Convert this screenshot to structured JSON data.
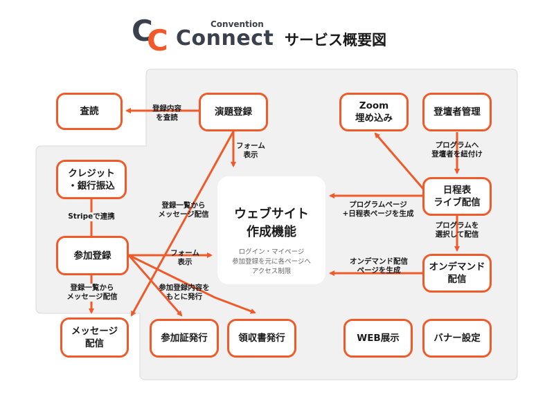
{
  "header": {
    "logo_small": "Convention",
    "logo_word": "Connect",
    "title": "サービス概要図"
  },
  "colors": {
    "accent": "#f05a28",
    "logo_dark": "#3a414c",
    "panel": "#f1f1f1"
  },
  "center": {
    "title": "ウェブサイト\n作成機能",
    "note": "ログイン・マイページ\n参加登録を元に各ページへ\nアクセス制限"
  },
  "nodes": {
    "review": "査読",
    "abstract_reg": "演題登録",
    "zoom": "Zoom\n埋め込み",
    "speaker_mgmt": "登壇者管理",
    "credit": "クレジット\n・銀行振込",
    "schedule": "日程表\nライブ配信",
    "participation": "参加登録",
    "ondemand": "オンデマンド\n配信",
    "message": "メッセージ\n配信",
    "badge": "参加証発行",
    "receipt": "領収書発行",
    "web_exhibit": "WEB展示",
    "banner": "バナー設定"
  },
  "labels": {
    "review_send": "登録内容\nを査読",
    "form1": "フォーム\n表示",
    "program_speaker": "プログラムへ\n登壇者を紐付け",
    "stripe": "Stripeで連携",
    "list_message1": "登録一覧から\nメッセージ配信",
    "program_page": "プログラムページ\n+日程表ページを生成",
    "program_select": "プログラムを\n選択して配信",
    "form2": "フォーム\n表示",
    "ondemand_page": "オンデマンド配信\nページを生成",
    "list_message2": "登録一覧から\nメッセージ配信",
    "issue": "参加登録内容を\nもとに発行"
  }
}
